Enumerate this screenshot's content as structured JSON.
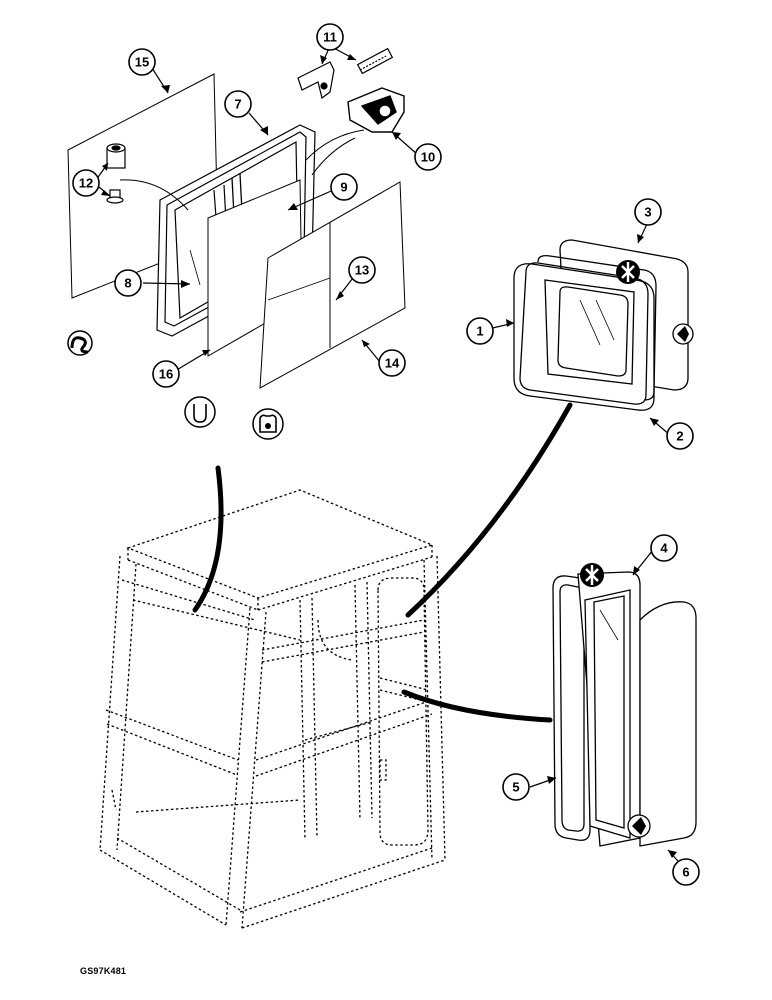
{
  "figure": {
    "reference_code": "GS97K481"
  },
  "callouts": [
    {
      "id": "callout-1",
      "label": "1"
    },
    {
      "id": "callout-2",
      "label": "2"
    },
    {
      "id": "callout-3",
      "label": "3"
    },
    {
      "id": "callout-4",
      "label": "4"
    },
    {
      "id": "callout-5",
      "label": "5"
    },
    {
      "id": "callout-6",
      "label": "6"
    },
    {
      "id": "callout-7",
      "label": "7"
    },
    {
      "id": "callout-8",
      "label": "8"
    },
    {
      "id": "callout-9",
      "label": "9"
    },
    {
      "id": "callout-10",
      "label": "10"
    },
    {
      "id": "callout-11",
      "label": "11"
    },
    {
      "id": "callout-12",
      "label": "12"
    },
    {
      "id": "callout-13",
      "label": "13"
    },
    {
      "id": "callout-14",
      "label": "14"
    },
    {
      "id": "callout-15",
      "label": "15"
    },
    {
      "id": "callout-16",
      "label": "16"
    }
  ],
  "symbols": [
    {
      "name": "sealant-symbol-icon"
    },
    {
      "name": "clip-symbol-icon"
    },
    {
      "name": "clamp-symbol-icon"
    },
    {
      "name": "apply-direction-icon"
    },
    {
      "name": "rubber-seal-icon"
    }
  ]
}
